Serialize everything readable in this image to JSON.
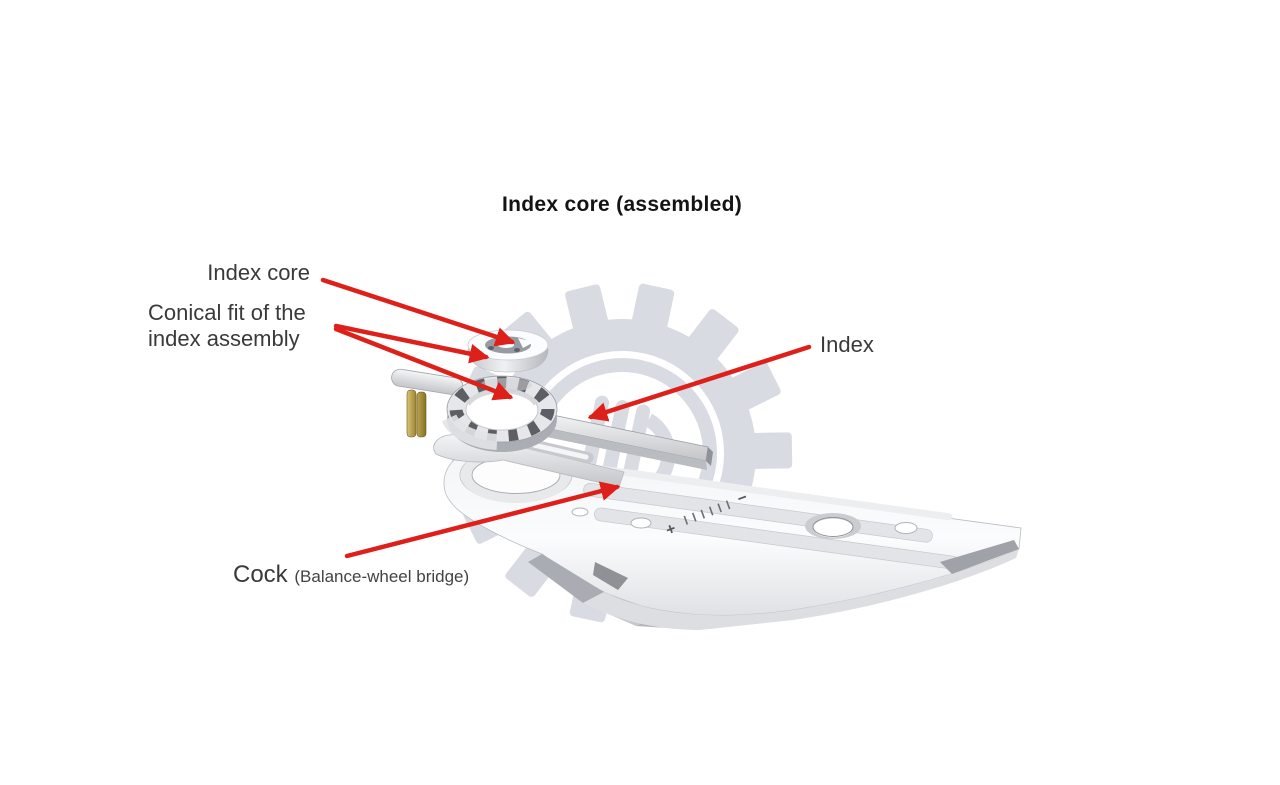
{
  "title": "Index core (assembled)",
  "labels": {
    "index_core": "Index core",
    "conical_fit": [
      "Conical fit of the",
      "index assembly"
    ],
    "index": "Index",
    "cock_main": "Cock",
    "cock_sub": "(Balance-wheel bridge)"
  },
  "diagram": {
    "regulator_scale": {
      "plus": "+",
      "minus": "−"
    }
  },
  "icons": {
    "watermark": "gear-monogram-watermark"
  },
  "colors": {
    "arrow": "#de201b",
    "label_text": "#3a3a3c",
    "title_text": "#141414",
    "watermark": "#d9dbe2",
    "gold": "#b2974d"
  }
}
